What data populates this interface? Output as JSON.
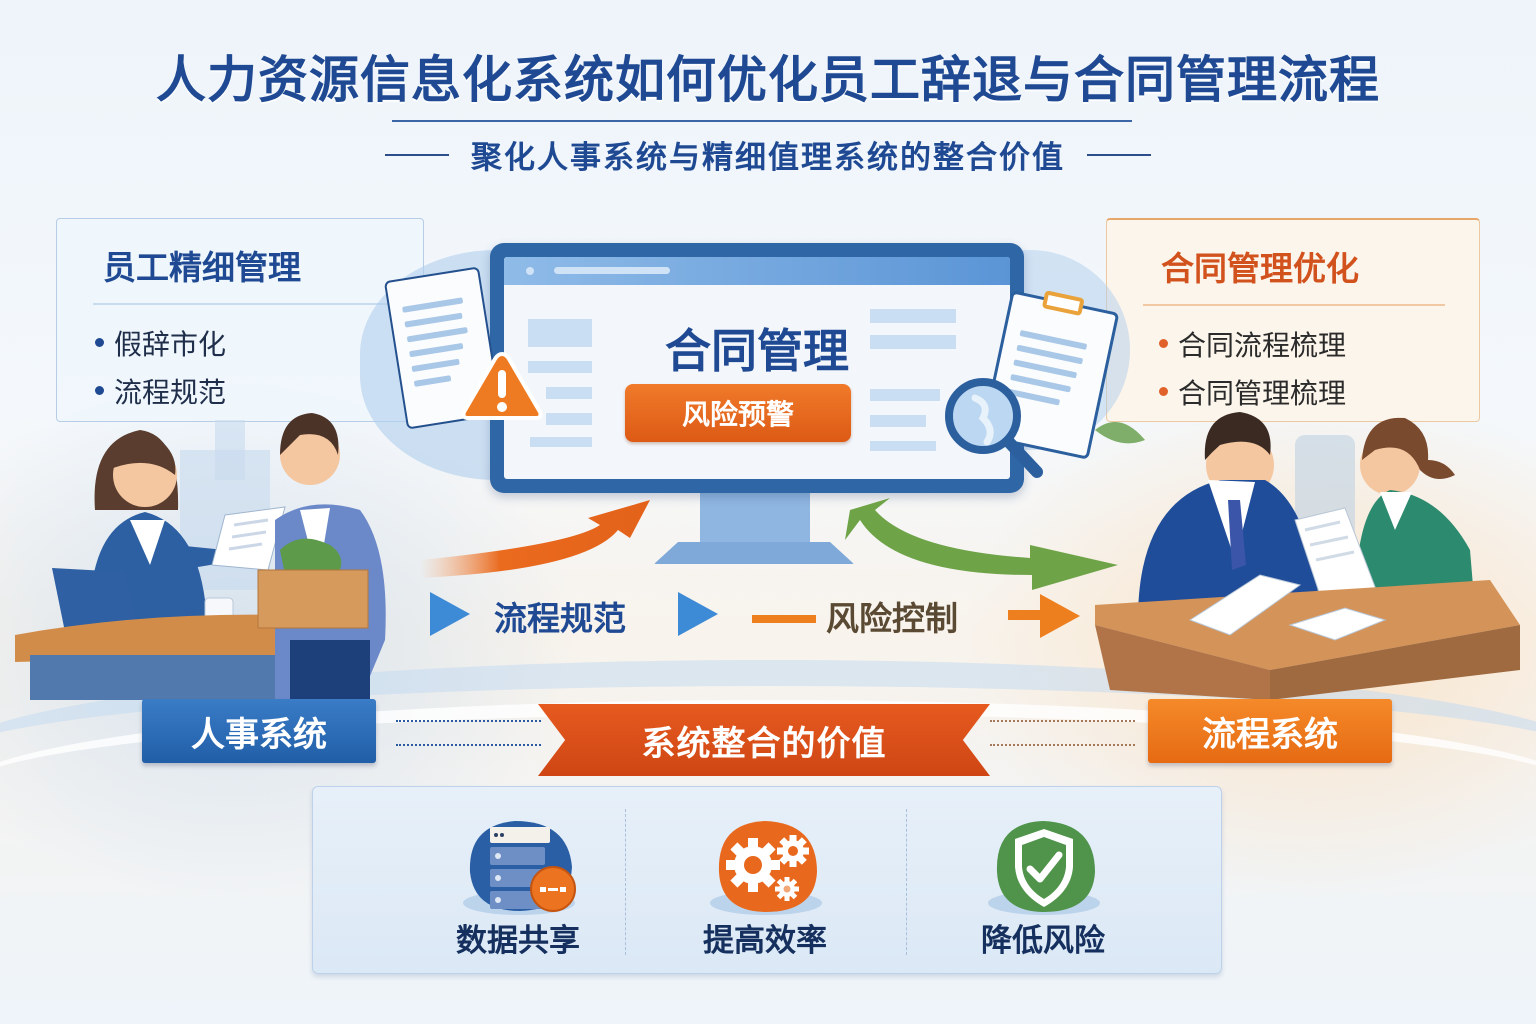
{
  "header": {
    "title": "人力资源信息化系统如何优化员工辞退与合同管理流程",
    "subtitle": "聚化人事系统与精细值理系统的整合价值"
  },
  "left_panel": {
    "title": "员工精细管理",
    "items": [
      "假辞市化",
      "流程规范"
    ]
  },
  "right_panel": {
    "title": "合同管理优化",
    "items": [
      "合同流程梳理",
      "合同管理梳理"
    ]
  },
  "monitor": {
    "screen_title": "合同管理",
    "button_label": "风险预警",
    "icons": [
      "document-icon",
      "warning-icon",
      "clipboard-icon",
      "magnifier-icon"
    ]
  },
  "flow": {
    "step1": "流程规范",
    "step2": "风险控制"
  },
  "tags": {
    "left": "人事系统",
    "center": "系统整合的价值",
    "right": "流程系统"
  },
  "values": [
    {
      "label": "数据共享",
      "icon": "database-share-icon",
      "color": "#2a5fa6"
    },
    {
      "label": "提高效率",
      "icon": "gears-icon",
      "color": "#e8681d"
    },
    {
      "label": "降低风险",
      "icon": "shield-check-icon",
      "color": "#4f944a"
    }
  ],
  "colors": {
    "primary_blue": "#1f4a93",
    "accent_orange": "#e65a1f",
    "accent_green": "#6ea447",
    "flow_blue": "#3d8ad6"
  }
}
